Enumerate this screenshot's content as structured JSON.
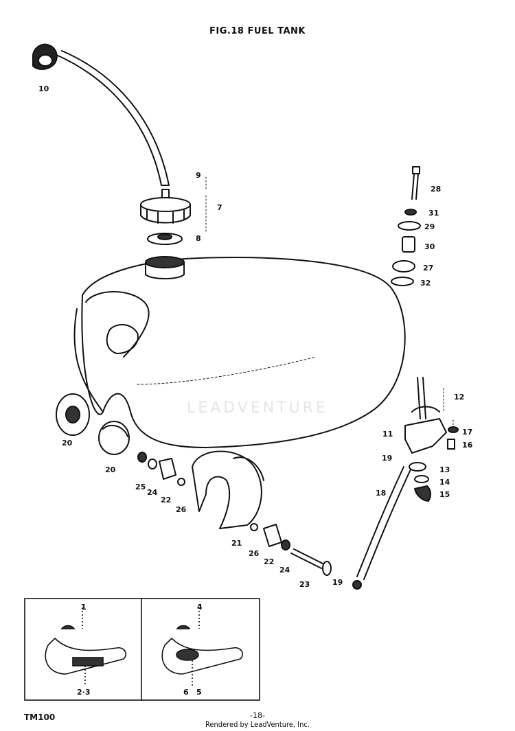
{
  "title": "FIG.18  FUEL TANK",
  "callouts": [
    {
      "id": "10",
      "label": "10"
    },
    {
      "id": "9",
      "label": "9"
    },
    {
      "id": "7",
      "label": "7"
    },
    {
      "id": "8",
      "label": "8"
    },
    {
      "id": "28",
      "label": "28"
    },
    {
      "id": "31",
      "label": "31"
    },
    {
      "id": "29",
      "label": "29"
    },
    {
      "id": "30",
      "label": "30"
    },
    {
      "id": "27",
      "label": "27"
    },
    {
      "id": "32",
      "label": "32"
    },
    {
      "id": "12",
      "label": "12"
    },
    {
      "id": "11",
      "label": "11"
    },
    {
      "id": "17",
      "label": "17"
    },
    {
      "id": "16",
      "label": "16"
    },
    {
      "id": "19a",
      "label": "19"
    },
    {
      "id": "13",
      "label": "13"
    },
    {
      "id": "14",
      "label": "14"
    },
    {
      "id": "15",
      "label": "15"
    },
    {
      "id": "18",
      "label": "18"
    },
    {
      "id": "20a",
      "label": "20"
    },
    {
      "id": "20b",
      "label": "20"
    },
    {
      "id": "25",
      "label": "25"
    },
    {
      "id": "24a",
      "label": "24"
    },
    {
      "id": "22a",
      "label": "22"
    },
    {
      "id": "26a",
      "label": "26"
    },
    {
      "id": "21",
      "label": "21"
    },
    {
      "id": "26b",
      "label": "26"
    },
    {
      "id": "22b",
      "label": "22"
    },
    {
      "id": "24b",
      "label": "24"
    },
    {
      "id": "23",
      "label": "23"
    },
    {
      "id": "19b",
      "label": "19"
    },
    {
      "id": "1",
      "label": "1"
    },
    {
      "id": "23c",
      "label": "2·3"
    },
    {
      "id": "4",
      "label": "4"
    },
    {
      "id": "6",
      "label": "6"
    },
    {
      "id": "5",
      "label": "5"
    }
  ],
  "watermark": "LEADVENTURE",
  "footer": {
    "model": "TM100",
    "page": "-18-",
    "rendered_by": "Rendered by LeadVenture, Inc."
  }
}
